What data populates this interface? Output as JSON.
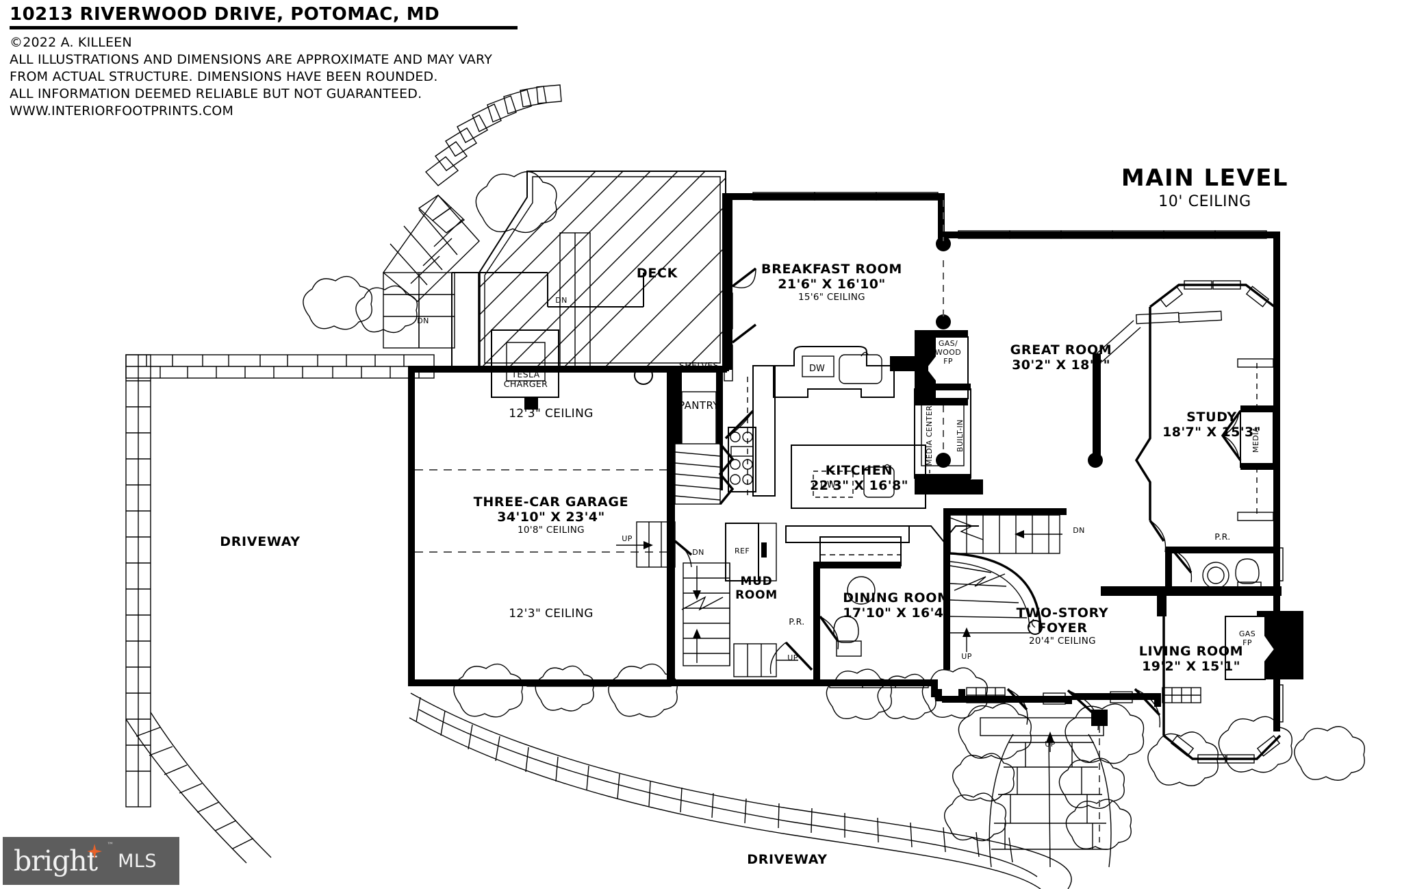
{
  "header": {
    "address": "10213 RIVERWOOD DRIVE, POTOMAC, MD",
    "copyright": "©2022 A. KILLEEN",
    "disclaimer_1": "ALL ILLUSTRATIONS AND DIMENSIONS ARE APPROXIMATE AND MAY VARY",
    "disclaimer_2": "FROM ACTUAL STRUCTURE. DIMENSIONS HAVE BEEN ROUNDED.",
    "disclaimer_3": "ALL INFORMATION DEEMED RELIABLE BUT NOT GUARANTEED.",
    "website": "WWW.INTERIORFOOTPRINTS.COM"
  },
  "level": {
    "title": "MAIN LEVEL",
    "ceiling": "10' CEILING"
  },
  "rooms": [
    {
      "name": "DECK",
      "dims": "",
      "ceiling": ""
    },
    {
      "name": "BREAKFAST ROOM",
      "dims": "21'6\" X 16'10\"",
      "ceiling": "15'6\" CEILING"
    },
    {
      "name": "GREAT ROOM",
      "dims": "30'2\" X 18'7\"",
      "ceiling": ""
    },
    {
      "name": "STUDY",
      "dims": "18'7\" X 15'3\"",
      "ceiling": ""
    },
    {
      "name": "KITCHEN",
      "dims": "22'3\" X 16'8\"",
      "ceiling": ""
    },
    {
      "name": "THREE-CAR GARAGE",
      "dims": "34'10\" X 23'4\"",
      "ceiling": "10'8\" CEILING"
    },
    {
      "name": "DINING ROOM",
      "dims": "17'10\" X 16'4\"",
      "ceiling": ""
    },
    {
      "name": "TWO-STORY\nFOYER",
      "dims": "",
      "ceiling": "20'4\" CEILING"
    },
    {
      "name": "LIVING ROOM",
      "dims": "19'2\" X 15'1\"",
      "ceiling": ""
    },
    {
      "name": "MUD\nROOM",
      "dims": "",
      "ceiling": ""
    }
  ],
  "labels": {
    "driveway_left": "DRIVEWAY",
    "driveway_bottom": "DRIVEWAY",
    "garage_ceiling_top": "12'3\" CEILING",
    "garage_ceiling_bottom": "12'3\" CEILING",
    "tesla_charger": "TESLA\nCHARGER",
    "shelves": "SHELVES",
    "pantry": "PANTRY",
    "ref": "REF",
    "dw_1": "DW",
    "dw_2": "DW",
    "gas_wood_fp": "GAS/\nWOOD\nFP",
    "media_center": "MEDIA\nCENTER",
    "built_in": "BUILT-IN",
    "media_closet": "MEDIA",
    "gas_fp": "GAS\nFP",
    "powder_room_study": "P.R.",
    "powder_room_mud": "P.R.",
    "dn_deck_left": "DN",
    "dn_deck_right": "DN",
    "up_garage": "UP",
    "dn_mud_top": "DN",
    "up_mud_bottom": "UP",
    "up_foyer": "UP",
    "dn_foyer": "DN",
    "up_walkway": "UP"
  },
  "watermark": {
    "brand": "bright",
    "suffix": "MLS",
    "tm": "™",
    "bg_color": "#5d5d5d",
    "star_color": "#e8622a",
    "text_color": "#f2f2f2"
  }
}
